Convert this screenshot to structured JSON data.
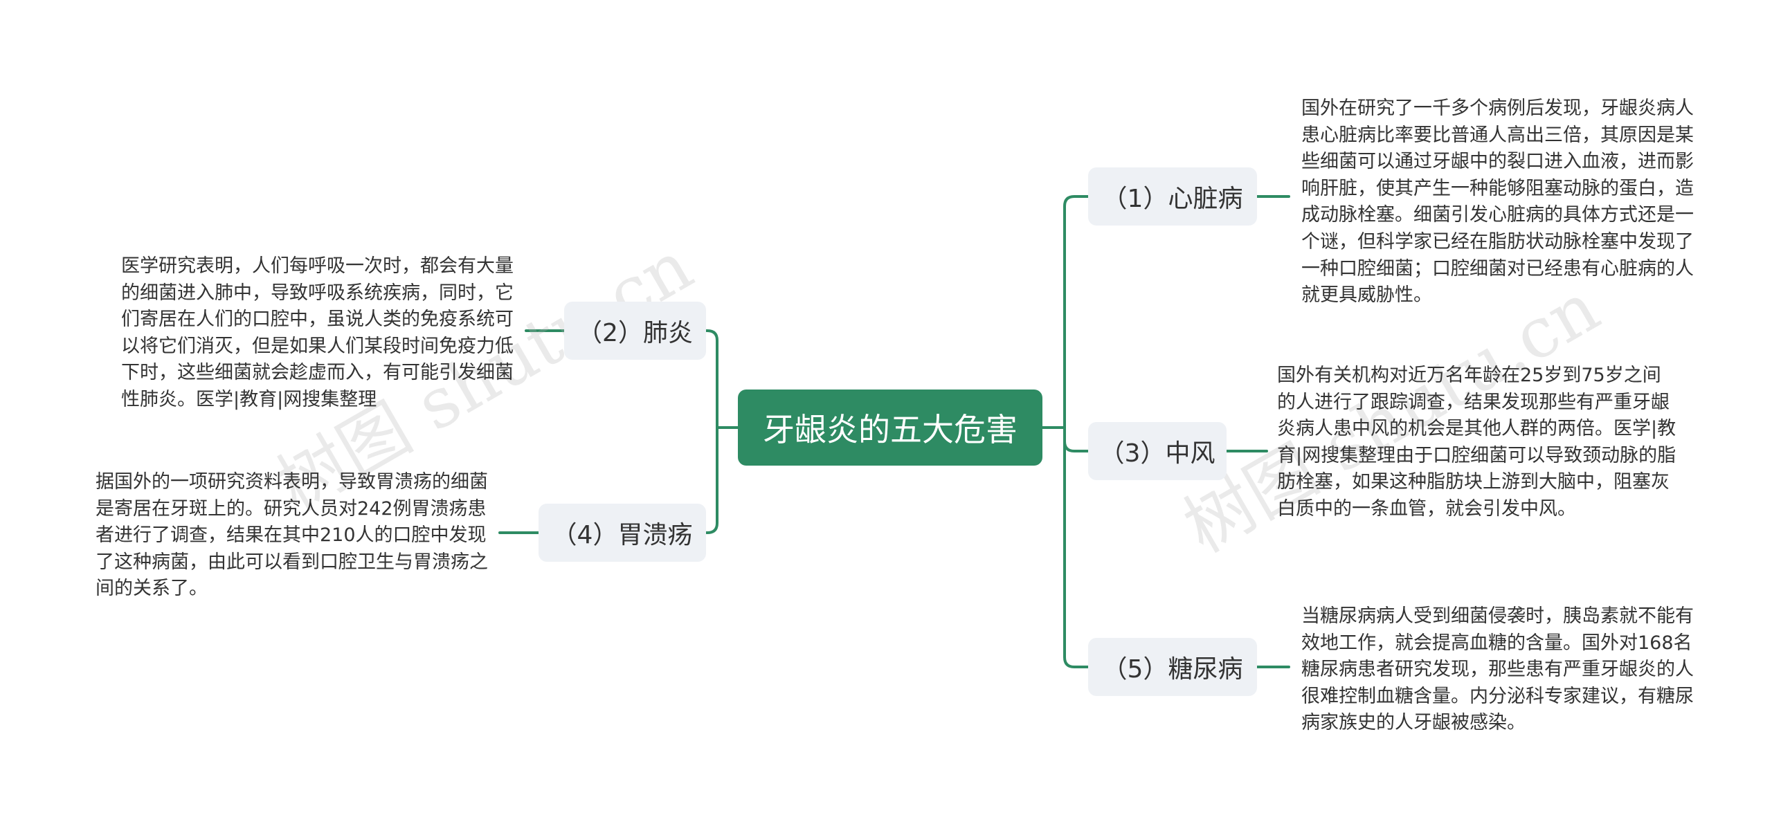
{
  "root": {
    "title": "牙龈炎的五大危害"
  },
  "branches": [
    {
      "label": "（1）心脏病",
      "text": "国外在研究了一千多个病例后发现，牙龈炎病人患心脏病比率要比普通人高出三倍，其原因是某些细菌可以通过牙龈中的裂口进入血液，进而影响肝脏，使其产生一种能够阻塞动脉的蛋白，造成动脉栓塞。细菌引发心脏病的具体方式还是一个谜，但科学家已经在脂肪状动脉栓塞中发现了一种口腔细菌；口腔细菌对已经患有心脏病的人就更具威胁性。"
    },
    {
      "label": "（2）肺炎",
      "text": "医学研究表明，人们每呼吸一次时，都会有大量的细菌进入肺中，导致呼吸系统疾病，同时，它们寄居在人们的口腔中，虽说人类的免疫系统可以将它们消灭，但是如果人们某段时间免疫力低下时，这些细菌就会趁虚而入，有可能引发细菌性肺炎。医学|教育|网搜集整理"
    },
    {
      "label": "（3）中风",
      "text": "国外有关机构对近万名年龄在25岁到75岁之间的人进行了跟踪调查，结果发现那些有严重牙龈炎病人患中风的机会是其他人群的两倍。医学|教育|网搜集整理由于口腔细菌可以导致颈动脉的脂肪栓塞，如果这种脂肪块上游到大脑中，阻塞灰白质中的一条血管，就会引发中风。"
    },
    {
      "label": "（4）胃溃疡",
      "text": "据国外的一项研究资料表明，导致胃溃疡的细菌是寄居在牙斑上的。研究人员对242例胃溃疡患者进行了调查，结果在其中210人的口腔中发现了这种病菌，由此可以看到口腔卫生与胃溃疡之间的关系了。"
    },
    {
      "label": "（5）糖尿病",
      "text": "当糖尿病病人受到细菌侵袭时，胰岛素就不能有效地工作，就会提高血糖的含量。国外对168名糖尿病患者研究发现，那些患有严重牙龈炎的人很难控制血糖含量。内分泌科专家建议，有糖尿病家族史的人牙龈被感染。"
    }
  ],
  "watermarks": [
    "树图 shutu.cn",
    "树图 shutu.cn"
  ],
  "colors": {
    "accent": "#2e8b63",
    "branch_bg": "#eef1f5",
    "text": "#333333"
  }
}
